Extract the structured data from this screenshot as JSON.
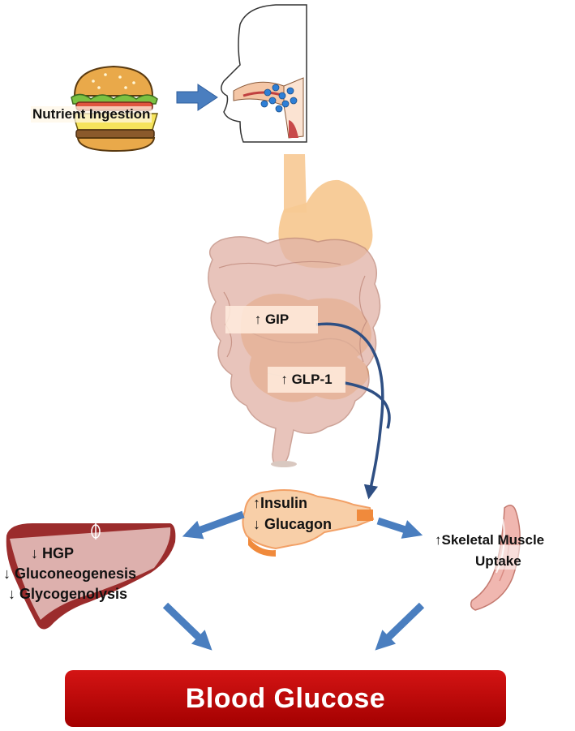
{
  "food": {
    "label": "Nutrient Ingestion",
    "icon": "burger-icon"
  },
  "head": {
    "icon": "head-mouth-icon"
  },
  "gut": {
    "icon": "digestive-tract-icon",
    "gip_label": "↑ GIP",
    "glp1_label": "↑ GLP-1"
  },
  "pancreas": {
    "icon": "pancreas-icon",
    "insulin_label": "↑Insulin",
    "glucagon_label": "↓ Glucagon"
  },
  "liver": {
    "icon": "liver-icon",
    "lines": [
      "↓ HGP",
      "↓ Gluconeogenesis",
      "↓ Glycogenolysis"
    ]
  },
  "muscle": {
    "icon": "skeletal-muscle-icon",
    "lines": [
      "↑Skeletal Muscle",
      "Uptake"
    ]
  },
  "outcome": {
    "label": "Blood Glucose"
  },
  "colors": {
    "arrow_blue": "#4a7ebf",
    "pathway_navy": "#2f4f83",
    "outcome_red": "#c00000",
    "liver_red": "#9b2c2c",
    "pancreas_orange": "#f4b183",
    "gut_orange": "#f5c08a",
    "colon_pink": "#e2b4a8"
  }
}
